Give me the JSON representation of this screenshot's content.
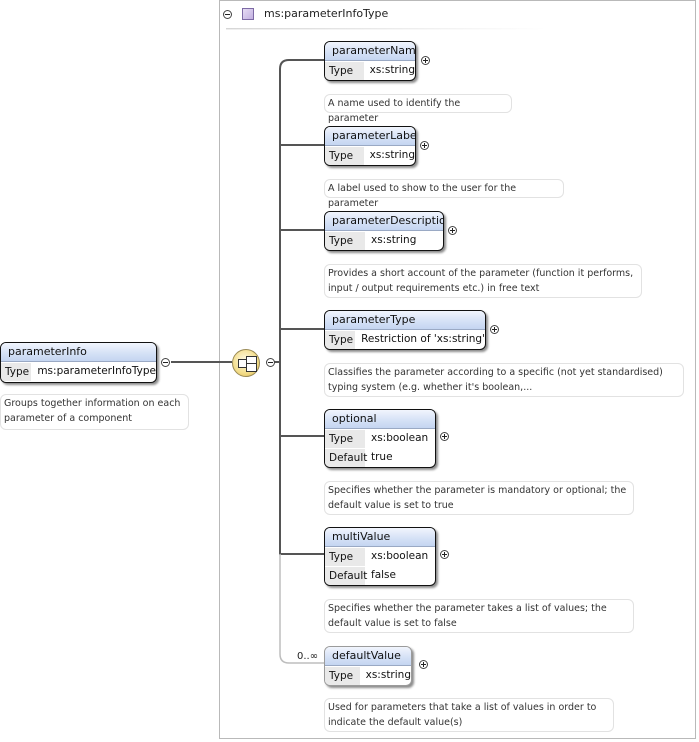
{
  "root": {
    "name": "parameterInfo",
    "type_label": "Type",
    "type_value": "ms:parameterInfoType",
    "doc": "Groups together information on each parameter of a component"
  },
  "complex_type": {
    "title": "ms:parameterInfoType",
    "icon": "complex-type-icon"
  },
  "sequence_icon": "sequence-compositor-icon",
  "elements": [
    {
      "name": "parameterName",
      "type_label": "Type",
      "type_value": "xs:string",
      "doc": "A name used to identify the parameter"
    },
    {
      "name": "parameterLabel",
      "type_label": "Type",
      "type_value": "xs:string",
      "doc": "A label used to show to the user for the parameter"
    },
    {
      "name": "parameterDescription",
      "type_label": "Type",
      "type_value": "xs:string",
      "doc": "Provides a short account of the parameter (function it performs, input / output requirements etc.) in free text"
    },
    {
      "name": "parameterType",
      "type_label": "Type",
      "type_value": "Restriction of 'xs:string'",
      "doc": "Classifies the parameter according to a specific (not yet standardised) typing system (e.g. whether it's boolean,..."
    },
    {
      "name": "optional",
      "type_label": "Type",
      "type_value": "xs:boolean",
      "default_label": "Default",
      "default_value": "true",
      "doc": "Specifies whether the parameter is mandatory or optional; the default value is set to true"
    },
    {
      "name": "multiValue",
      "type_label": "Type",
      "type_value": "xs:boolean",
      "default_label": "Default",
      "default_value": "false",
      "doc": "Specifies whether the parameter takes a list of values; the default value is set to false"
    },
    {
      "name": "defaultValue",
      "type_label": "Type",
      "type_value": "xs:string",
      "cardinality": "0..∞",
      "doc": "Used for parameters that take a list of values in order to indicate the default value(s)"
    }
  ],
  "colors": {
    "connector": "#555555",
    "element_header_top": "#f1f5fd",
    "element_header_bottom": "#c4d5f1",
    "frame_border": "#b9b9b9"
  }
}
